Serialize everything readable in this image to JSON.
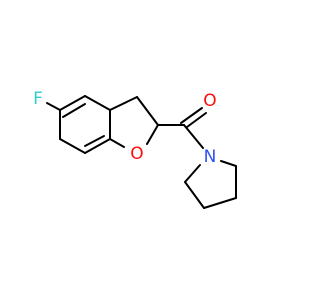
{
  "molecule": {
    "atoms": [
      {
        "id": "F",
        "label": "F",
        "color": "#33cccc"
      },
      {
        "id": "O-ring",
        "label": "O",
        "color": "#ff0d0d"
      },
      {
        "id": "O-carbonyl",
        "label": "O",
        "color": "#ff0d0d"
      },
      {
        "id": "N",
        "label": "N",
        "color": "#3050f8"
      }
    ]
  }
}
